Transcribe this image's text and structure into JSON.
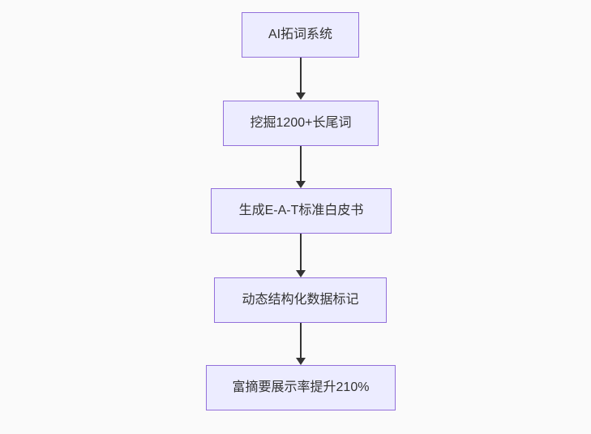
{
  "diagram": {
    "type": "flowchart",
    "direction": "top-down",
    "background_color": "#fafafa",
    "node_style": {
      "fill": "#ECECFF",
      "border_color": "#9370DB",
      "text_color": "#333333"
    },
    "arrow_color": "#333333",
    "nodes": [
      {
        "id": "n1",
        "label": "AI拓词系统"
      },
      {
        "id": "n2",
        "label": "挖掘1200+长尾词"
      },
      {
        "id": "n3",
        "label": "生成E-A-T标准白皮书"
      },
      {
        "id": "n4",
        "label": "动态结构化数据标记"
      },
      {
        "id": "n5",
        "label": "富摘要展示率提升210%"
      }
    ],
    "edges": [
      {
        "from": "n1",
        "to": "n2"
      },
      {
        "from": "n2",
        "to": "n3"
      },
      {
        "from": "n3",
        "to": "n4"
      },
      {
        "from": "n4",
        "to": "n5"
      }
    ]
  }
}
